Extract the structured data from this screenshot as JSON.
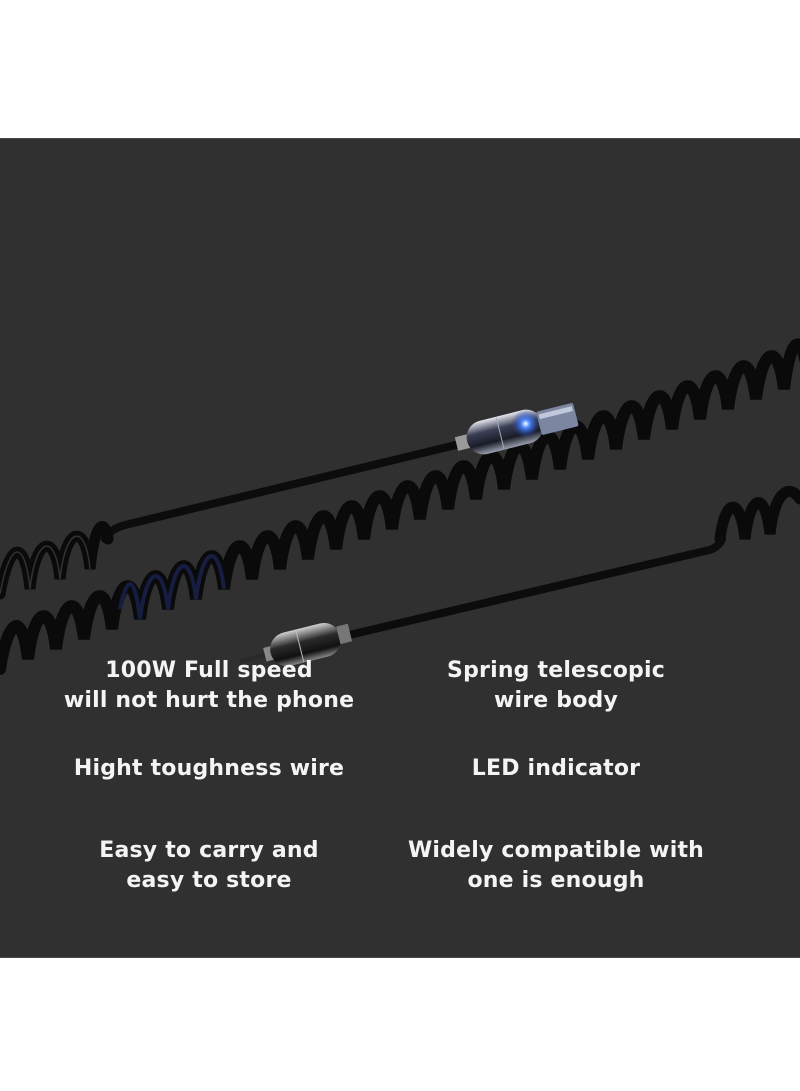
{
  "panel": {
    "background": "#303030",
    "product": {
      "subject": "spring-coiled-charging-cable",
      "connectors": [
        "usb-c-connector-with-led",
        "lightning-style-connector"
      ],
      "led_color": "#2d6cff",
      "cable_color": "#0c0c0c"
    },
    "features": [
      {
        "lines": [
          "100W Full speed",
          "will not hurt the phone"
        ]
      },
      {
        "lines": [
          "Spring telescopic",
          "wire body"
        ]
      },
      {
        "lines": [
          "Hight toughness wire"
        ]
      },
      {
        "lines": [
          "LED indicator"
        ]
      },
      {
        "lines": [
          "Easy to carry and",
          "easy to store"
        ]
      },
      {
        "lines": [
          "Widely compatible with",
          "one is enough"
        ]
      }
    ]
  }
}
